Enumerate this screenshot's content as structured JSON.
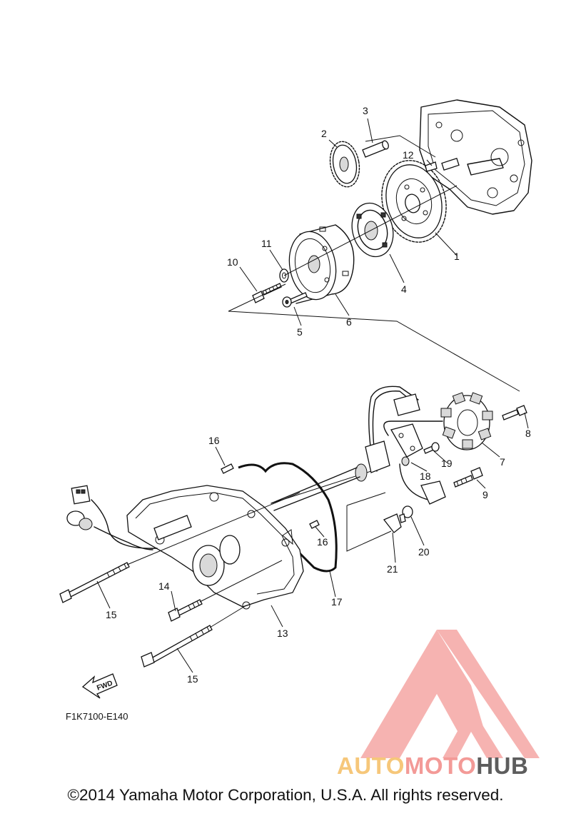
{
  "diagram": {
    "code": "F1K7100-E140",
    "fwd_label": "FWD",
    "copyright": "©2014 Yamaha Motor Corporation, U.S.A. All rights reserved.",
    "callouts": [
      "1",
      "2",
      "3",
      "4",
      "5",
      "6",
      "7",
      "8",
      "9",
      "10",
      "11",
      "12",
      "13",
      "14",
      "15",
      "15",
      "16",
      "16",
      "17",
      "18",
      "19",
      "20",
      "21"
    ]
  },
  "watermark": {
    "part1": "AUTO",
    "part2": "MOTO",
    "part3": "HUB",
    "colors": {
      "auto": "#f6c77a",
      "moto": "#f39a97",
      "hub": "#5d5d5d",
      "triangle": "#f39a97"
    }
  }
}
